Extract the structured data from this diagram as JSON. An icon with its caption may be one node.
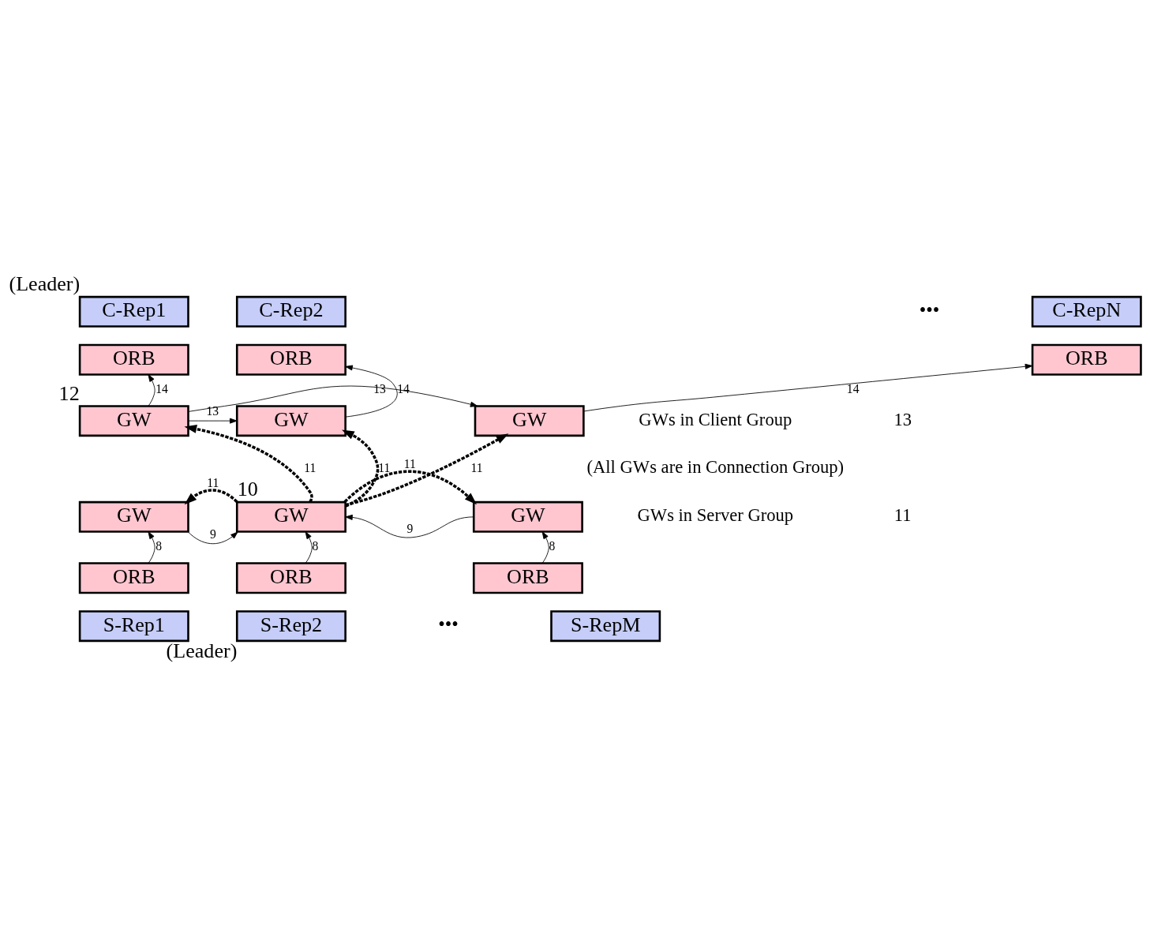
{
  "diagram": {
    "nodes": [
      {
        "text": [
          "C-Rep1"
        ],
        "beside": [
          "(Leader)"
        ]
      },
      {
        "text": [
          "ORB"
        ]
      },
      {
        "text": [
          "C-Rep2"
        ]
      },
      {
        "text": [
          "ORB"
        ]
      },
      {
        "text": [
          "C-RepN"
        ]
      },
      {
        "text": [
          "ORB"
        ]
      },
      {
        "text": [
          "GW"
        ],
        "beside": [
          "12"
        ]
      },
      {
        "text": [
          "GW"
        ]
      },
      {
        "text": [
          "GW"
        ]
      },
      {
        "text": [
          "GW"
        ]
      },
      {
        "text": [
          "GW"
        ],
        "beside": [
          "10"
        ]
      },
      {
        "text": [
          "GW"
        ]
      },
      {
        "text": [
          "ORB"
        ]
      },
      {
        "text": [
          "S-Rep1"
        ]
      },
      {
        "text": [
          "ORB"
        ]
      },
      {
        "text": [
          "S-Rep2"
        ],
        "beside": [
          "(Leader)"
        ]
      },
      {
        "text": [
          "ORB"
        ]
      },
      {
        "text": [
          "S-RepM"
        ]
      }
    ],
    "edges": [
      {
        "from": 6,
        "to": 1,
        "arrow": "to",
        "label": "14"
      },
      {
        "from": 7,
        "to": 3,
        "arrow": "to",
        "label": "14"
      },
      {
        "from": 8,
        "to": 5,
        "arrow": "to",
        "label": "14"
      },
      {
        "from": 6,
        "to": 7,
        "arrow": "to",
        "label": "13"
      },
      {
        "from": 6,
        "to": 8,
        "arrow": "to",
        "label": "13"
      },
      {
        "from": 10,
        "to": 6,
        "arrow": "to",
        "label": "11",
        "style": "dashed"
      },
      {
        "from": 10,
        "to": 7,
        "arrow": "to",
        "label": "11",
        "style": "dashed"
      },
      {
        "from": 10,
        "to": 8,
        "arrow": "to",
        "label": "11",
        "style": "dashed"
      },
      {
        "from": 10,
        "to": 9,
        "arrow": "to",
        "label": "11",
        "style": "dashed"
      },
      {
        "from": 10,
        "to": 11,
        "arrow": "to",
        "label": "11",
        "style": "dashed"
      },
      {
        "from": 9,
        "to": 10,
        "arrow": "to",
        "label": "9"
      },
      {
        "from": 11,
        "to": 10,
        "arrow": "to",
        "label": "9"
      },
      {
        "from": 12,
        "to": 9,
        "arrow": "to",
        "label": "8"
      },
      {
        "from": 14,
        "to": 10,
        "arrow": "to",
        "label": "8"
      },
      {
        "from": 16,
        "to": 11,
        "arrow": "to",
        "label": "8"
      }
    ],
    "labels": [
      "•••",
      "13",
      "GWs in Client Group",
      "(All GWs are in Connection Group)",
      "11",
      "GWs in Server Group",
      "•••"
    ]
  }
}
